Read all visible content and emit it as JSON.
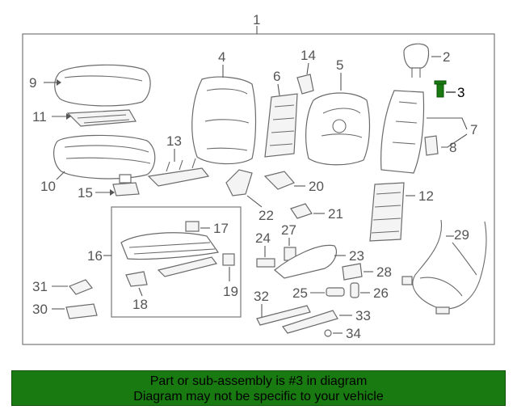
{
  "diagram": {
    "callouts": {
      "c1": "1",
      "c2": "2",
      "c3": "3",
      "c4": "4",
      "c5": "5",
      "c6": "6",
      "c7": "7",
      "c8": "8",
      "c9": "9",
      "c10": "10",
      "c11": "11",
      "c12": "12",
      "c13": "13",
      "c14": "14",
      "c15": "15",
      "c16": "16",
      "c17": "17",
      "c18": "18",
      "c19": "19",
      "c20": "20",
      "c21": "21",
      "c22": "22",
      "c23": "23",
      "c24": "24",
      "c25": "25",
      "c26": "26",
      "c27": "27",
      "c28": "28",
      "c29": "29",
      "c30": "30",
      "c31": "31",
      "c32": "32",
      "c33": "33",
      "c34": "34"
    },
    "highlight_part": "3",
    "highlight_color": "#1a7a12"
  },
  "banner": {
    "line1": "Part or sub-assembly is #3 in diagram",
    "line2": "Diagram may not be specific to your vehicle",
    "background": "#1a7a12"
  }
}
